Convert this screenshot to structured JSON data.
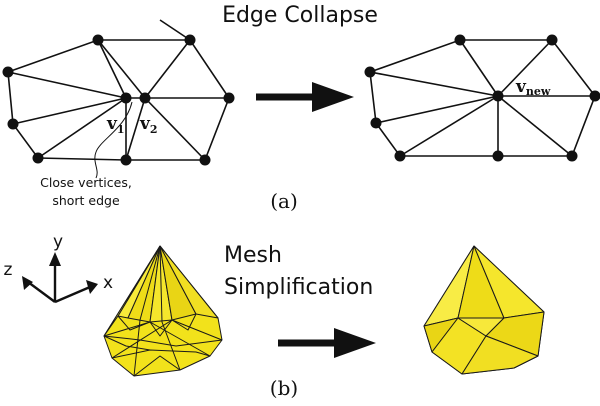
{
  "title": "Edge Collapse",
  "panel_a": {
    "caption": "(a)",
    "label_v1": "v",
    "label_v1_sub": "1",
    "label_v2": "v",
    "label_v2_sub": "2",
    "label_vnew": "v",
    "label_vnew_sub": "new",
    "annotation_line1": "Close vertices,",
    "annotation_line2": "short edge"
  },
  "panel_b": {
    "caption": "(b)",
    "title_line1": "Mesh",
    "title_line2": "Simplification",
    "axis_x": "x",
    "axis_y": "y",
    "axis_z": "z"
  },
  "colors": {
    "mesh_fill": "#f2e21b",
    "mesh_stroke": "#1a1a1a",
    "node": "#111111",
    "arrow": "#111111"
  }
}
